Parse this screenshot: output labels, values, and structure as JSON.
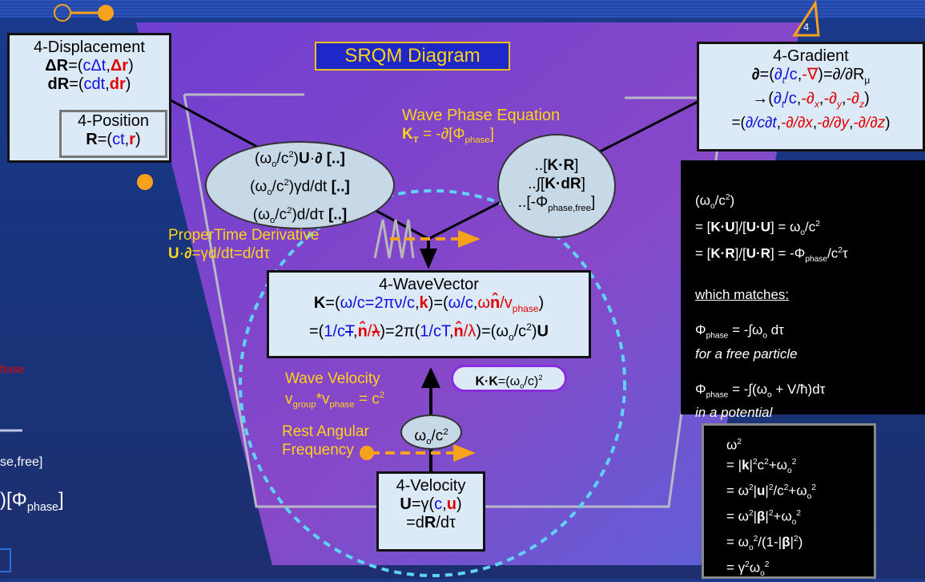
{
  "title": "SRQM Diagram",
  "badge": "4",
  "displacement": {
    "heading": "4-Displacement",
    "line1": "ΔR=(cΔt,Δr)",
    "line2": "dR=(cdt,dr)",
    "position_heading": "4-Position",
    "position_line": "R=(ct,r)"
  },
  "gradient": {
    "heading": "4-Gradient",
    "line1": "∂=(∂t/c,-∇)=∂/∂Rμ",
    "line2": "→(∂t/c,-∂x,-∂y,-∂z)",
    "line3": "=(∂/c∂t,-∂/∂x,-∂/∂y,-∂/∂z)"
  },
  "left_ellipse": {
    "line1": "(ωo/c²)U·∂ [..]",
    "line2": "(ωo/c²)γd/dt [..]",
    "line3": "(ωo/c²)d/dτ [..]"
  },
  "right_ellipse": {
    "line1": "..[K·R]",
    "line2": "..∫[K·dR]",
    "line3": "..[-Φphase,free]"
  },
  "wave_phase": {
    "label": "Wave Phase Equation",
    "eq": "KT = -∂[Φphase]"
  },
  "proper_time": {
    "label": "ProperTime Derivative",
    "eq": "U·∂=γd/dt=d/dτ"
  },
  "wavevector": {
    "heading": "4-WaveVector",
    "line1": "K=(ω/c=2πν/c,k)=(ω/c,ωn̂/vphase)",
    "line2": "=(1/cT,n̂/λ)=2π(1/cT,n̂/λ)=(ωo/c²)U"
  },
  "kk_badge": "K·K=(ωo/c)²",
  "wave_velocity": {
    "label": "Wave Velocity",
    "eq": "vgroup*vphase = c²"
  },
  "rest_angular": {
    "line1": "Rest Angular",
    "line2": "Frequency"
  },
  "omega_ellipse": "ωo/c²",
  "velocity": {
    "heading": "4-Velocity",
    "line1": "U=γ(c,u)",
    "line2": "=dR/dτ"
  },
  "black_box_1": {
    "l1": "(ωo/c²)",
    "l2": "= [K·U]/[U·U] = ωo/c²",
    "l3": "= [K·R]/[U·R] = -Φphase/c²τ",
    "l4": "which matches:",
    "l5": "Φphase = -∫ωo dτ",
    "l6": "for a free particle",
    "l7": "Φphase = -∫(ωo + V/ħ)dτ",
    "l8": "in a potential"
  },
  "black_box_2": {
    "l1": "ω²",
    "l2": "= |k|²c²+ωo²",
    "l3": "= ω²|u|²/c²+ωo²",
    "l4": "= ω²|β|²+ωo²",
    "l5": "= ωo²/(1-|β|²)",
    "l6": "= γ²ωo²"
  },
  "left_fragments": {
    "f1": "hase",
    "f2": "se,free]",
    "f3": ")[Φphase]"
  },
  "colors": {
    "bg": "#1b3a8c",
    "purple": "#7a44c8",
    "box": "#dce9f7",
    "yellow": "#ffd21a",
    "orange": "#f7a21b",
    "red": "#e00000",
    "blue": "#1010e0"
  }
}
